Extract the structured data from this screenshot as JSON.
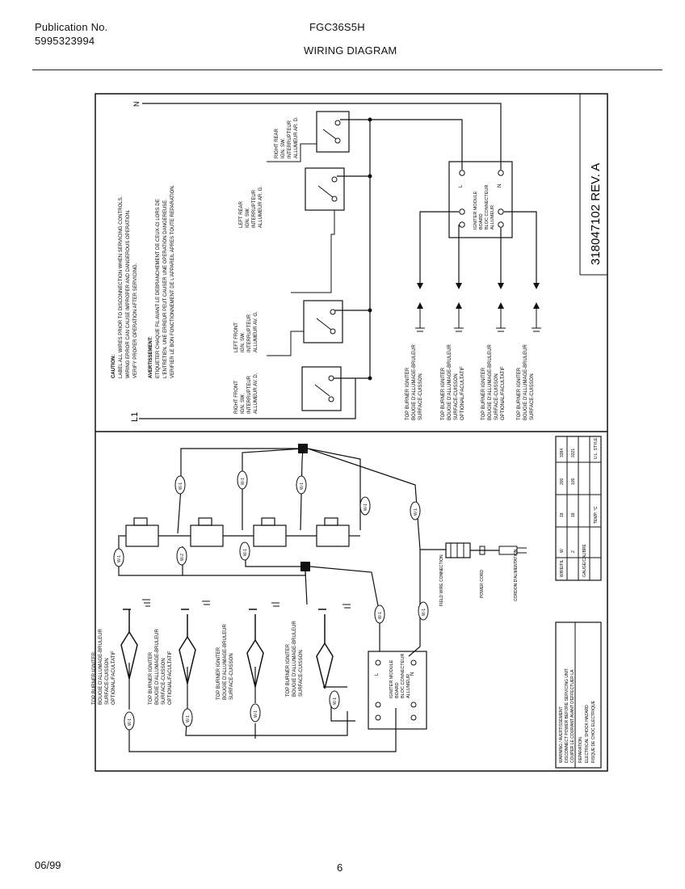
{
  "header": {
    "publication_label": "Publication No.",
    "publication_number": "5995323994",
    "model": "FGC36S5H",
    "title": "WIRING DIAGRAM"
  },
  "footer": {
    "date": "06/99",
    "page": "6"
  },
  "schematic": {
    "part_number": "318047102 REV. A",
    "line_label": "L1",
    "neutral_label": "N",
    "caution_title": "CAUTION:",
    "caution_lines": [
      "LABEL ALL WIRES PRIOR TO DISCONNECTION WHEN SERVICING CONTROLS.",
      "WIRING ERROR CAN CAUSE IMPROPER AND DANGEROUS OPERATION.",
      "VERIFY PROPER OPERATION AFTER SERVICING."
    ],
    "avertissement_title": "AVERTISSEMENT:",
    "avertissement_lines": [
      "ETIQUETER CHAQUE FIL AVANT LE DEBRANCHEMENT DE CEUX-CI LORS DE",
      "L'ENTRETIEN. UNE ERREUR PEUT CAUSER UNE OPERATION DANGEREUSE.",
      "VERIFIER LE BON FONCTIONNEMENT DE L'APPAREIL APRES TOUTE REPARATION."
    ],
    "switches": [
      {
        "label": "RIGHT REAR",
        "sub1": "IGN. SW.",
        "sub2": "INTERRUPTEUR",
        "sub3": "ALLUMEUR AR. D."
      },
      {
        "label": "LEFT REAR",
        "sub1": "IGN. SW.",
        "sub2": "INTERRUPTEUR",
        "sub3": "ALLUMEUR AR. G."
      },
      {
        "label": "LEFT FRONT",
        "sub1": "IGN. SW.",
        "sub2": "INTERRUPTEUR",
        "sub3": "ALLUMEUR AV. G."
      },
      {
        "label": "RIGHT FRONT",
        "sub1": "IGN. SW.",
        "sub2": "INTERRUPTEUR",
        "sub3": "ALLUMEUR AV. D."
      }
    ],
    "module": {
      "label": "IGNITER MODULE",
      "sub1": "BOARD",
      "sub2": "BLOC CONNECTEUR",
      "sub3": "ALLUMEUR",
      "terminal_l": "L",
      "terminal_n": "N"
    },
    "igniters": [
      {
        "label": "TOP BURNER IGNITER",
        "sub1": "BOUGIE D'ALLUMAGE-BRULEUR",
        "sub2": "SURFACE-CUISSON"
      },
      {
        "label": "TOP BURNER IGNITER",
        "sub1": "BOUGIE D'ALLUMAGE-BRULEUR",
        "sub2": "SURFACE-CUISSON",
        "sub3": "OPTIONAL/FACULTATIF"
      },
      {
        "label": "TOP BURNER IGNITER",
        "sub1": "BOUGIE D'ALLUMAGE-BRULEUR",
        "sub2": "SURFACE-CUISSON",
        "sub3": "OPTIONAL/FACULTATIF"
      },
      {
        "label": "TOP BURNER IGNITER",
        "sub1": "BOUGIE D'ALLUMAGE-BRULEUR",
        "sub2": "SURFACE-CUISSON"
      }
    ],
    "power_cord_labels": [
      "FIELD WIRE CONNECTION",
      "POWER CORD",
      "CORDON D'ALIMENTATION"
    ],
    "wire_tags": [
      "W-1",
      "W-1",
      "W-1",
      "W-1",
      "W-1",
      "W-1",
      "W-2",
      "W-1",
      "W-1",
      "W-1",
      "W-1",
      "W-1",
      "W-1",
      "W-1"
    ],
    "wire_table": {
      "headers": [
        "WIRE/FIL",
        "GAUGE/CALIBRE",
        "TEMP. °C",
        "U.L. STYLE"
      ],
      "rows": [
        [
          "W",
          "18",
          "200",
          "3384"
        ],
        [
          "2",
          "18",
          "105",
          "3321"
        ]
      ]
    },
    "warning_box_lines": [
      "WARNING / AVERTISSEMENT",
      "DISCONNECT POWER BEFORE SERVICING UNIT.",
      "COUPER LE COURANT AVANT D'EFFECTUER LA",
      "REPARATION.",
      "ELECTRICAL SHOCK HAZARD",
      "RISQUE DE CHOC ELECTRIQUE"
    ]
  }
}
